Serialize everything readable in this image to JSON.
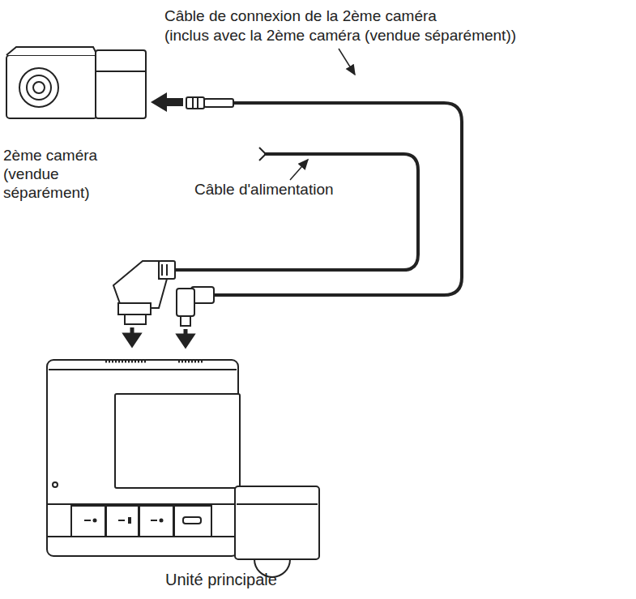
{
  "diagram": {
    "labels": [
      "Câble de connexion de la 2ème caméra",
      "(inclus avec la 2ème caméra (vendue séparément))",
      "2ème caméra (vendue séparément)",
      "Câble d'alimentation",
      "Unité principale"
    ]
  }
}
